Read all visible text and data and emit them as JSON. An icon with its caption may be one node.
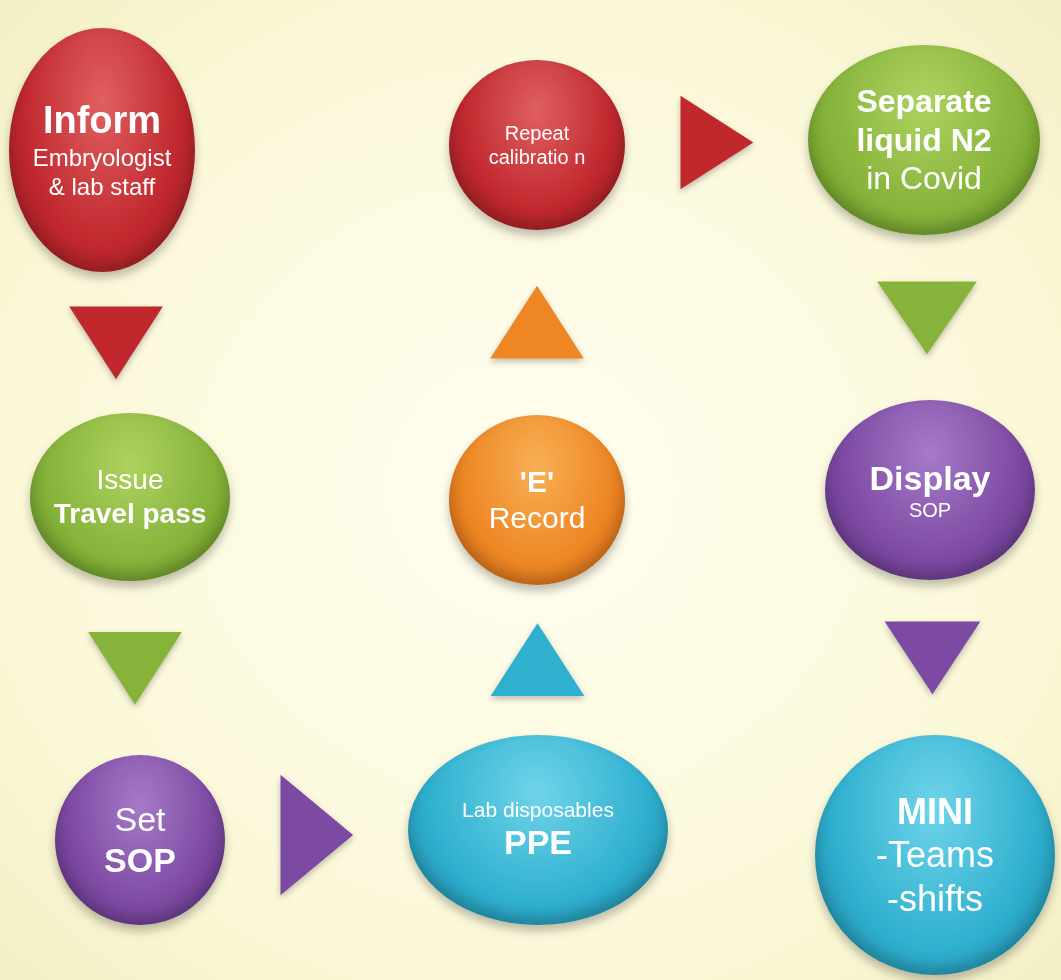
{
  "diagram": {
    "nodes": [
      {
        "text": [
          "Inform",
          "Embryologist & lab staff"
        ]
      },
      {
        "text": [
          "Issue",
          "Travel pass"
        ]
      },
      {
        "text": [
          "Set",
          "SOP"
        ]
      },
      {
        "text": [
          "Lab disposables",
          "PPE"
        ]
      },
      {
        "text": [
          "'E'",
          "Record"
        ]
      },
      {
        "text": [
          "Repeat calibratio n"
        ]
      },
      {
        "text": [
          "Separate liquid N2",
          "in Covid"
        ]
      },
      {
        "text": [
          "Display",
          "SOP"
        ]
      },
      {
        "text": [
          "MINI",
          "-Teams",
          "-shifts"
        ]
      }
    ],
    "edges": [
      {
        "from": 0,
        "to": 1,
        "arrow": "to",
        "color": "#c0282e"
      },
      {
        "from": 1,
        "to": 2,
        "arrow": "to",
        "color": "#86b33a"
      },
      {
        "from": 2,
        "to": 3,
        "arrow": "to",
        "color": "#7d4aa3"
      },
      {
        "from": 3,
        "to": 4,
        "arrow": "to",
        "color": "#2fb0cf"
      },
      {
        "from": 4,
        "to": 5,
        "arrow": "to",
        "color": "#ee8624"
      },
      {
        "from": 5,
        "to": 6,
        "arrow": "to",
        "color": "#c0282e"
      },
      {
        "from": 6,
        "to": 7,
        "arrow": "to",
        "color": "#86b33a"
      },
      {
        "from": 7,
        "to": 8,
        "arrow": "to",
        "color": "#7d4aa3"
      }
    ]
  }
}
